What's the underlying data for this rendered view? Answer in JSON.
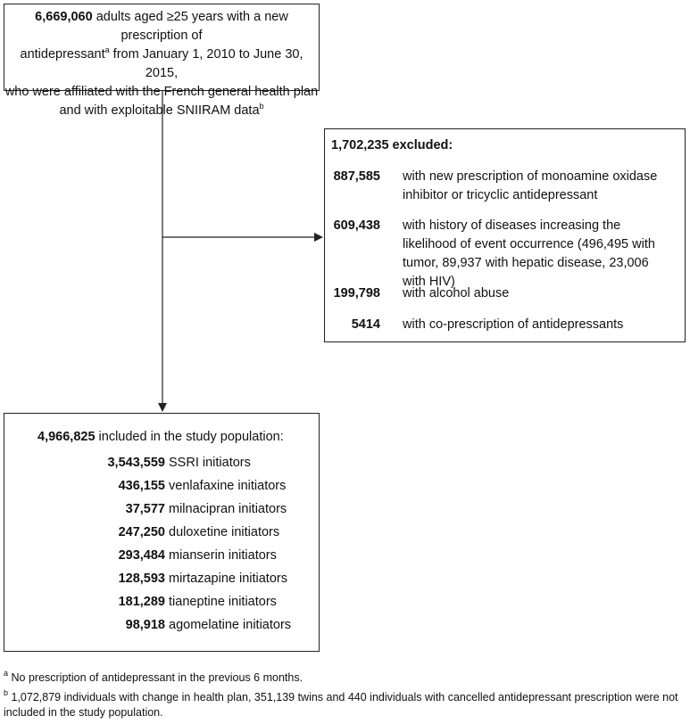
{
  "top_box": {
    "count": "6,669,060",
    "line1": "adults aged ≥25 years with a new prescription of",
    "line2_a": "antidepressant",
    "line2_sup": "a",
    "line2_b": "from January 1, 2010 to June 30, 2015,",
    "line3": "who were affiliated with the French general health plan",
    "line4": "and with exploitable SNIIRAM data",
    "line4_sup": "b"
  },
  "excluded": {
    "count": "1,702,235",
    "label": "excluded:",
    "items": [
      {
        "count": "887,585",
        "text": "with new prescription of monoamine oxidase inhibitor or tricyclic antidepressant"
      },
      {
        "count": "609,438",
        "text": "with history of diseases increasing the likelihood of event occurrence (496,495 with tumor, 89,937 with hepatic disease, 23,006 with HIV)"
      },
      {
        "count": "199,798",
        "text": "with alcohol abuse"
      },
      {
        "count": "5414",
        "text": "with co-prescription of antidepressants"
      }
    ]
  },
  "included": {
    "count": "4,966,825",
    "label": "included in the study population:",
    "items": [
      {
        "count": "3,543,559",
        "label": "SSRI initiators"
      },
      {
        "count": "436,155",
        "label": "venlafaxine initiators"
      },
      {
        "count": "37,577",
        "label": "milnacipran initiators"
      },
      {
        "count": "247,250",
        "label": "duloxetine initiators"
      },
      {
        "count": "293,484",
        "label": "mianserin initiators"
      },
      {
        "count": "128,593",
        "label": "mirtazapine initiators"
      },
      {
        "count": "181,289",
        "label": "tianeptine initiators"
      },
      {
        "count": "98,918",
        "label": "agomelatine initiators"
      }
    ]
  },
  "footnotes": {
    "a_mark": "a",
    "a_text": "No prescription of antidepressant in the previous 6 months.",
    "b_mark": "b",
    "b_text": "1,072,879 individuals with change in health plan, 351,139 twins and 440 individuals with cancelled antidepressant prescription were not included in the study population."
  }
}
